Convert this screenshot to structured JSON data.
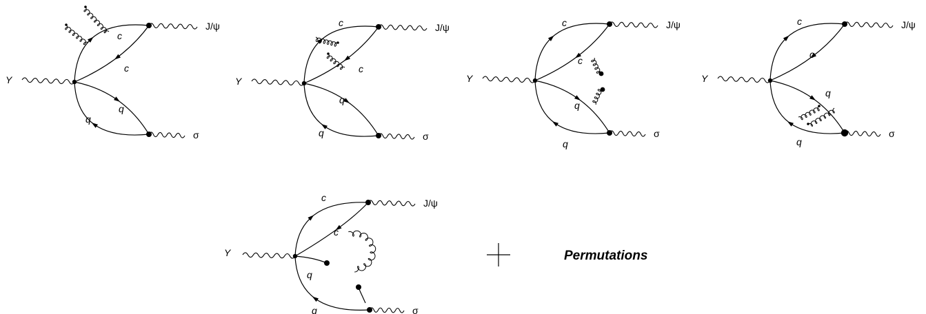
{
  "labels": {
    "y": "Y",
    "jpsi": "J/ψ",
    "sigma": "σ",
    "charm": "c",
    "light": "q"
  },
  "operator": {
    "plus": "+"
  },
  "permutations": "Permutations",
  "diagrams": [
    {
      "description": "gluon pair radiated from the upper charm line"
    },
    {
      "description": "gluon pair attached between the two charm lines"
    },
    {
      "description": "one gluon on charm line, one gluon on light-quark line"
    },
    {
      "description": "gluon pair attached between the two light-quark lines"
    },
    {
      "description": "single gluon exchange with quark condensate"
    }
  ]
}
